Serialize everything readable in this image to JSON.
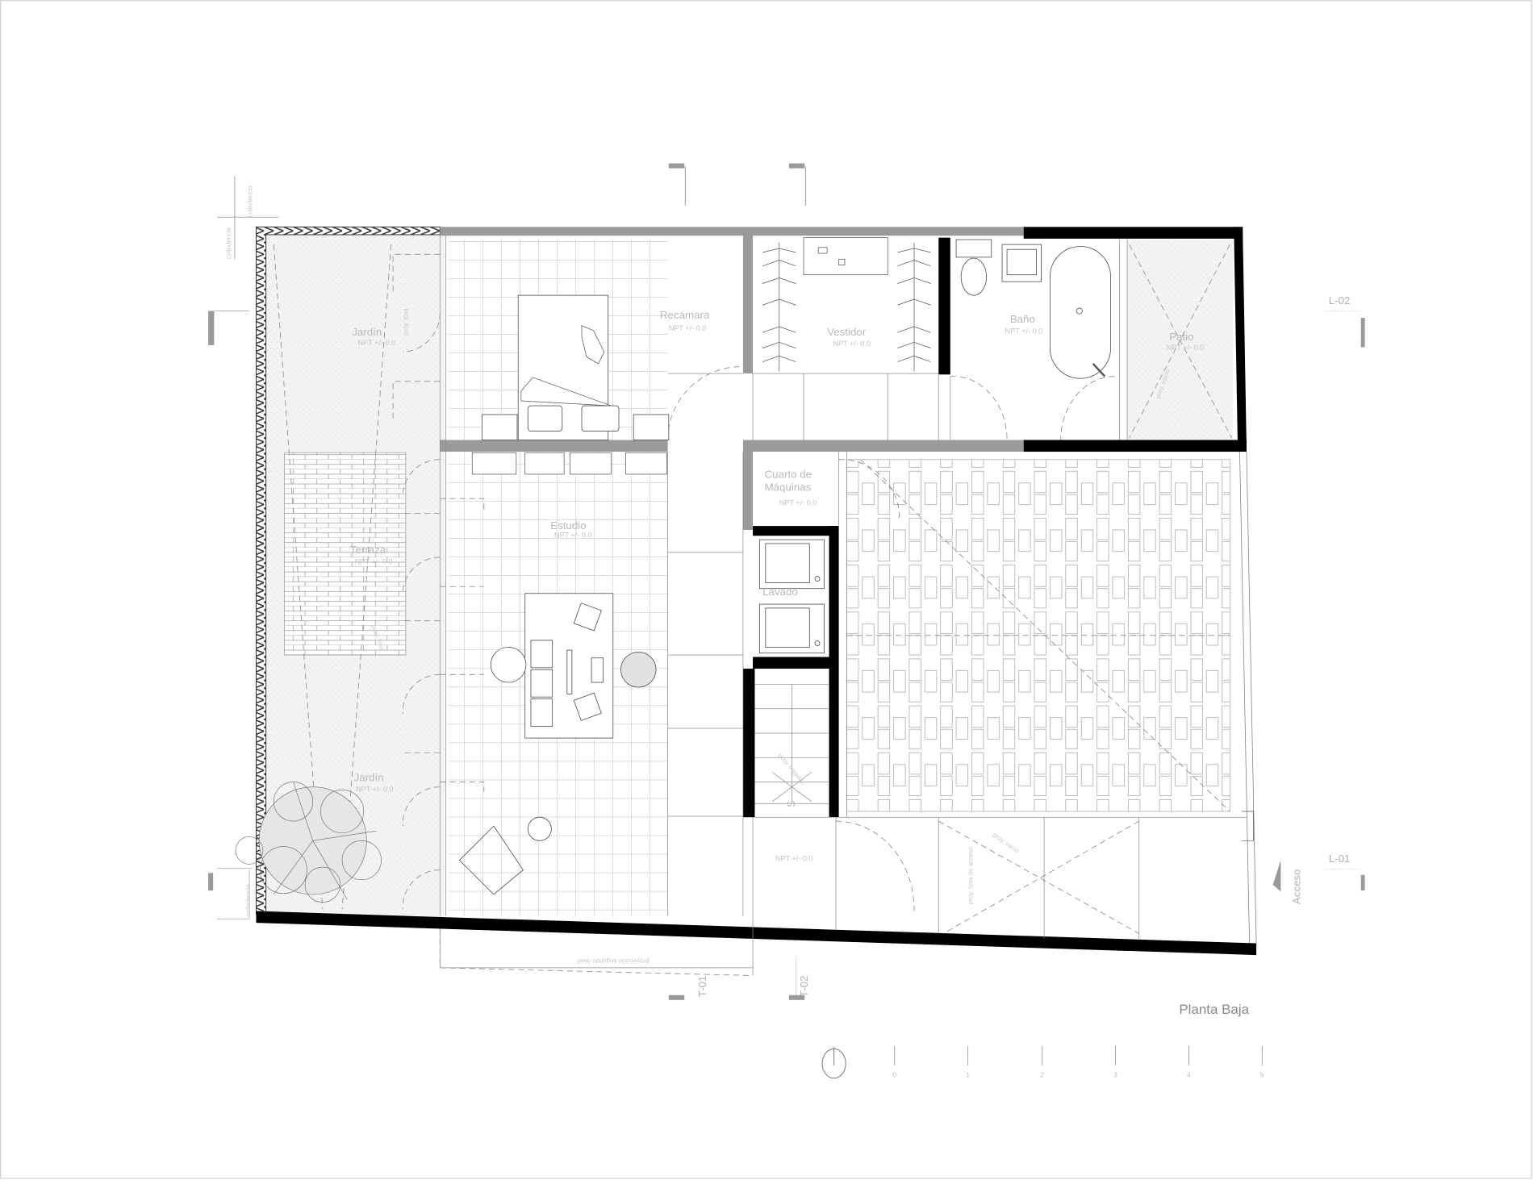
{
  "sheet": {
    "title": "Planta Baja"
  },
  "rooms": {
    "jardin": {
      "name": "Jardín",
      "level": "NPT +/- 0.0"
    },
    "jardin_lower": {
      "name": "Jardín",
      "level": "NPT +/- 0.0"
    },
    "terraza": {
      "name": "Terraza",
      "level": "NPT +/- 0.0"
    },
    "recamara": {
      "name": "Recámara",
      "level": "NPT +/- 0.0"
    },
    "vestidor": {
      "name": "Vestidor",
      "level": "NPT +/- 0.0"
    },
    "bano": {
      "name": "Baño",
      "level": "NPT +/- 0.0"
    },
    "patio": {
      "name": "Patio",
      "level": "NPT +/- 0.0"
    },
    "cuarto_maquinas": {
      "name_line1": "Cuarto de",
      "name_line2": "Máquinas",
      "level": "NPT +/- 0.0"
    },
    "estudio": {
      "name": "Estudio",
      "level": "NPT +/- 0.0"
    },
    "lavado": {
      "name": "Lavado"
    },
    "acceso_hall": {
      "level": "NPT +/- 0.0"
    }
  },
  "annotations": {
    "proy_losa": "proy. losa",
    "proy_losa_terraza": "proy. losa",
    "proy_vacio_patio": "proy. vacío",
    "proy_vacio_garage": "proy. vacío",
    "proy_losa_acceso": "proy. losa de acceso",
    "proy_tragaluz": "proy. tragaluz",
    "stair_up": "S",
    "proyeccion_segundo_nivel": "proyección segundo nivel"
  },
  "boundary": {
    "label": "colindencia"
  },
  "section_markers": {
    "l01": "L-01",
    "l02": "L-02",
    "t01": "T-01",
    "t02": "T-02"
  },
  "access": {
    "label": "Acceso"
  },
  "scale_bar": {
    "ticks": [
      "0",
      "1",
      "2",
      "3",
      "4",
      "5"
    ]
  }
}
